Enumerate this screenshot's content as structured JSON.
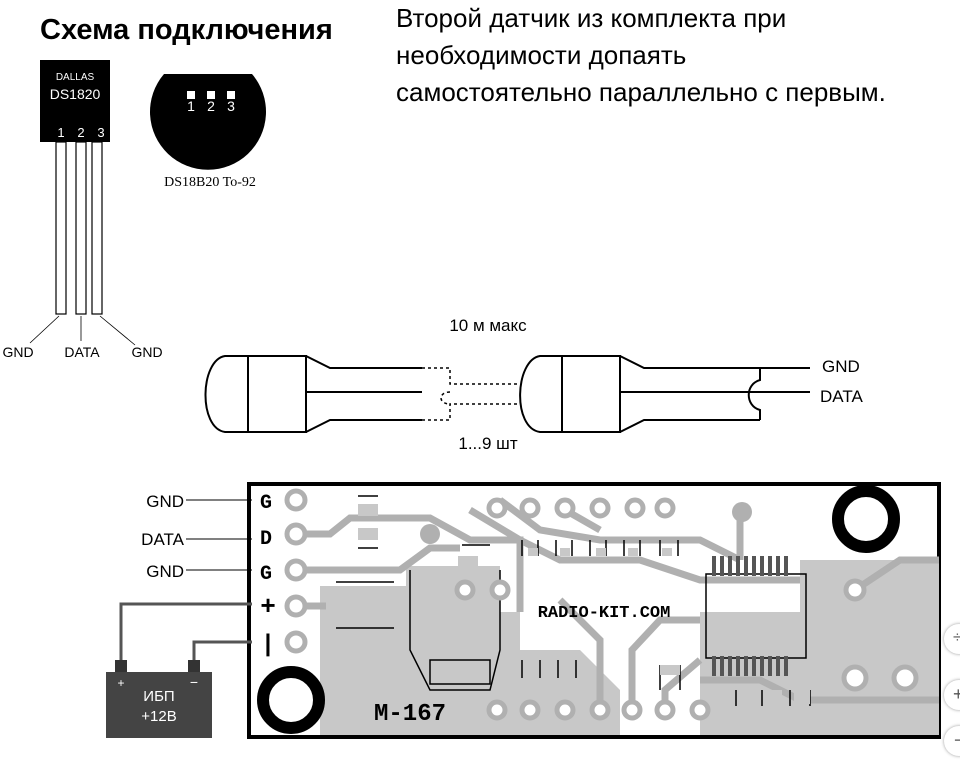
{
  "header": {
    "title": "Схема подключения",
    "note_lines": [
      "Второй датчик из комплекта при",
      "необходимости допаять",
      "самостоятельно параллельно с первым."
    ]
  },
  "sensor_to220": {
    "brand": "DALLAS",
    "model": "DS1820",
    "pins": [
      "1",
      "2",
      "3"
    ],
    "leads": [
      "GND",
      "DATA",
      "GND"
    ]
  },
  "sensor_to92": {
    "pins": [
      "1",
      "2",
      "3"
    ],
    "caption": "DS18B20 To-92"
  },
  "cable": {
    "length_label": "10 м макс",
    "count_label": "1...9 шт",
    "outputs": [
      "GND",
      "DATA"
    ]
  },
  "board": {
    "inputs": [
      "GND",
      "DATA",
      "GND"
    ],
    "pad_letters": [
      "G",
      "D",
      "G",
      "+",
      "|"
    ],
    "brand_text": "RADIO-KIT.COM",
    "model_text": "M-167"
  },
  "power": {
    "label": "ИБП",
    "voltage": "+12В",
    "plus": "+",
    "minus": "−"
  },
  "side_controls": [
    "÷",
    "+",
    "−"
  ]
}
